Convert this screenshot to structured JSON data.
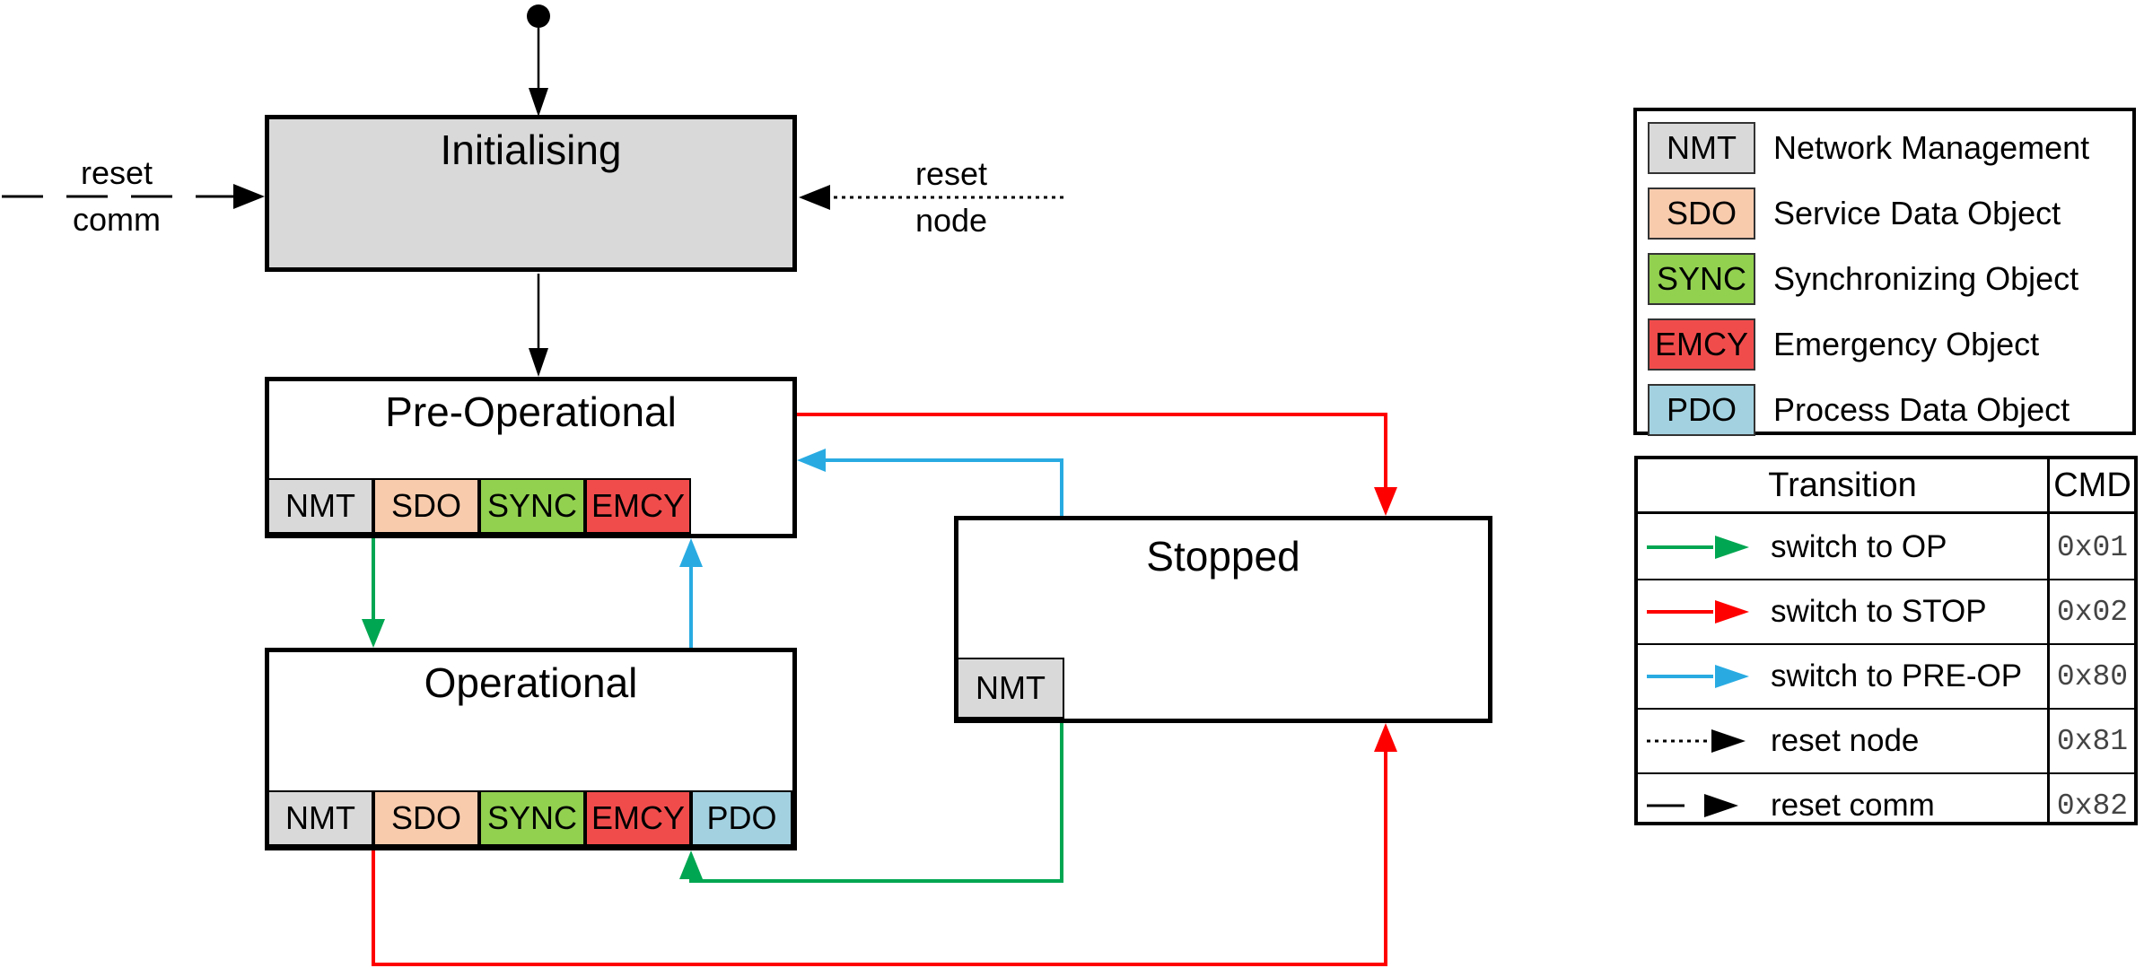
{
  "colors": {
    "init_state_fill": "#d9d9d9",
    "state_fill": "#ffffff",
    "border": "#000000",
    "nmt": "#d9d9d9",
    "sdo": "#f8cbad",
    "sync": "#92d050",
    "emcy": "#f14c4c",
    "pdo": "#a3d1e0",
    "arrow_green": "#00a651",
    "arrow_red": "#fe0000",
    "arrow_blue": "#29abe2",
    "arrow_black": "#000000",
    "cmd_text": "#444444"
  },
  "diagram": {
    "states": {
      "initialising": {
        "label": "Initialising",
        "services": []
      },
      "pre_operational": {
        "label": "Pre-Operational",
        "services": [
          "NMT",
          "SDO",
          "SYNC",
          "EMCY"
        ]
      },
      "operational": {
        "label": "Operational",
        "services": [
          "NMT",
          "SDO",
          "SYNC",
          "EMCY",
          "PDO"
        ]
      },
      "stopped": {
        "label": "Stopped",
        "services": [
          "NMT"
        ]
      }
    },
    "external_labels": {
      "reset_comm_line1": "reset",
      "reset_comm_line2": "comm",
      "reset_node_line1": "reset",
      "reset_node_line2": "node"
    }
  },
  "legend": {
    "items": [
      {
        "code": "NMT",
        "label": "Network Management",
        "color": "#d9d9d9"
      },
      {
        "code": "SDO",
        "label": "Service Data Object",
        "color": "#f8cbad"
      },
      {
        "code": "SYNC",
        "label": "Synchronizing Object",
        "color": "#92d050"
      },
      {
        "code": "EMCY",
        "label": "Emergency Object",
        "color": "#f14c4c"
      },
      {
        "code": "PDO",
        "label": "Process Data Object",
        "color": "#a3d1e0"
      }
    ]
  },
  "command_table": {
    "header": {
      "transition": "Transition",
      "cmd": "CMD"
    },
    "rows": [
      {
        "label": "switch to OP",
        "cmd": "0x01",
        "arrow_style": "solid",
        "arrow_color": "#00a651"
      },
      {
        "label": "switch to STOP",
        "cmd": "0x02",
        "arrow_style": "solid",
        "arrow_color": "#fe0000"
      },
      {
        "label": "switch to PRE-OP",
        "cmd": "0x80",
        "arrow_style": "solid",
        "arrow_color": "#29abe2"
      },
      {
        "label": "reset node",
        "cmd": "0x81",
        "arrow_style": "dotted",
        "arrow_color": "#000000"
      },
      {
        "label": "reset comm",
        "cmd": "0x82",
        "arrow_style": "dashed",
        "arrow_color": "#000000"
      }
    ]
  }
}
